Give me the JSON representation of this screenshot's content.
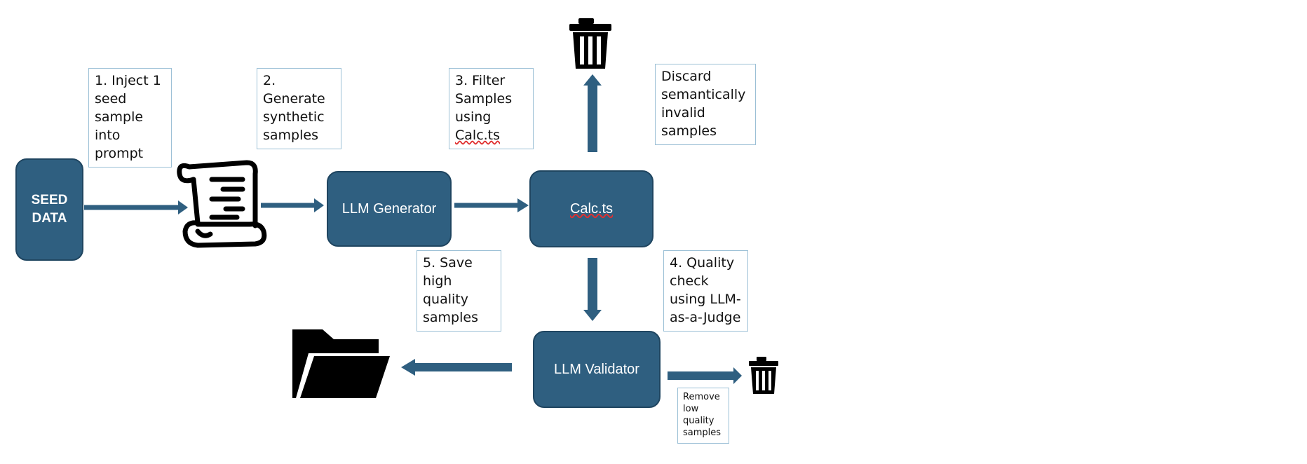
{
  "nodes": {
    "seed_data": "SEED\nDATA",
    "llm_generator": "LLM Generator",
    "calc": "Calc.ts",
    "llm_validator": "LLM Validator"
  },
  "notes": {
    "step1": "1. Inject 1\nseed\nsample\ninto\nprompt",
    "step2": "2.\nGenerate\nsynthetic\nsamples",
    "step3_line1": "3. Filter\nSamples\nusing\n",
    "step3_line2": "Calc.ts",
    "discard": "Discard\nsemantically\ninvalid\nsamples",
    "step4": "4. Quality\ncheck\nusing LLM-\nas-a-Judge",
    "step5": "5. Save\nhigh\nquality\nsamples",
    "remove": "Remove\nlow\nquality\nsamples"
  },
  "icons": {
    "prompt": "scroll-document-icon",
    "trash_top": "trash-icon",
    "trash_right": "trash-icon",
    "folder": "open-folder-icon"
  },
  "colors": {
    "node_fill": "#2f5f80",
    "arrow": "#2f5f80",
    "note_border": "#9cc0d6"
  }
}
